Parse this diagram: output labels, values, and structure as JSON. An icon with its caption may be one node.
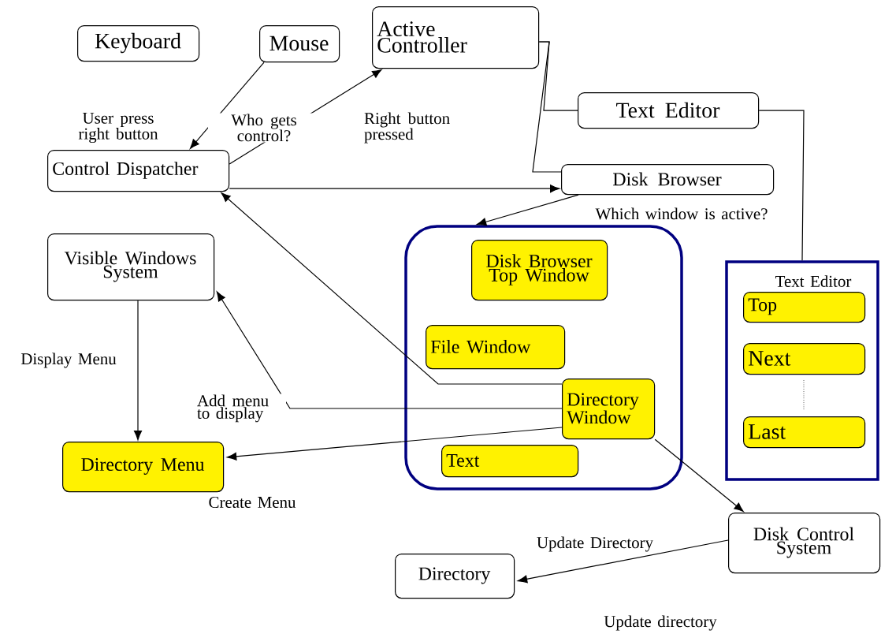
{
  "diagram": {
    "nodes": [
      {
        "text": [
          "Keyboard"
        ]
      },
      {
        "text": [
          "Mouse"
        ]
      },
      {
        "text": [
          "Active Controller"
        ]
      },
      {
        "text": [
          "Text Editor"
        ]
      },
      {
        "text": [
          "Control Dispatcher"
        ]
      },
      {
        "text": [
          "Disk Browser"
        ]
      },
      {
        "text": [
          "Visible Windows System"
        ]
      },
      {
        "text": [],
        "shape": "box"
      },
      {
        "text": [
          "Disk Browser Top Window"
        ],
        "in": 7
      },
      {
        "text": [
          "File Window"
        ],
        "in": 7
      },
      {
        "text": [
          "Directory Window"
        ],
        "in": 7
      },
      {
        "text": [
          "Text"
        ],
        "in": 7
      },
      {
        "text": [
          "Text Editor"
        ]
      },
      {
        "text": [
          "Top"
        ],
        "in": 12
      },
      {
        "text": [
          "Next"
        ],
        "in": 12
      },
      {
        "text": [
          "Last"
        ],
        "in": 12
      },
      {
        "text": [
          "Directory Menu"
        ]
      },
      {
        "text": [
          "Disk Control System"
        ]
      },
      {
        "text": [
          "Directory"
        ]
      }
    ],
    "edges": [
      {
        "from": 1,
        "to": 4,
        "arrow": "to",
        "label": "User press right button"
      },
      {
        "from": 4,
        "to": 2,
        "arrow": "to",
        "label": "Who gets control?"
      },
      {
        "from": 2,
        "to": 3,
        "arrow": "none"
      },
      {
        "from": 2,
        "to": 5,
        "arrow": "none"
      },
      {
        "from": 4,
        "to": 5,
        "arrow": "to"
      },
      {
        "from": 5,
        "to": 7,
        "arrow": "to",
        "label": "Which window is active?"
      },
      {
        "from": 3,
        "to": 12,
        "arrow": "none"
      },
      {
        "from": 10,
        "to": 4,
        "arrow": "to"
      },
      {
        "from": 10,
        "to": 6,
        "arrow": "to",
        "label": "Add menu to display"
      },
      {
        "from": 10,
        "to": 16,
        "arrow": "to"
      },
      {
        "from": 6,
        "to": 16,
        "arrow": "to",
        "label": "Display Menu"
      },
      {
        "from": 10,
        "to": 17,
        "arrow": "to"
      },
      {
        "from": 17,
        "to": 18,
        "arrow": "to",
        "label": "Update Directory"
      }
    ],
    "labels": [
      "Right button pressed",
      "Create Menu",
      "Update directory"
    ]
  }
}
